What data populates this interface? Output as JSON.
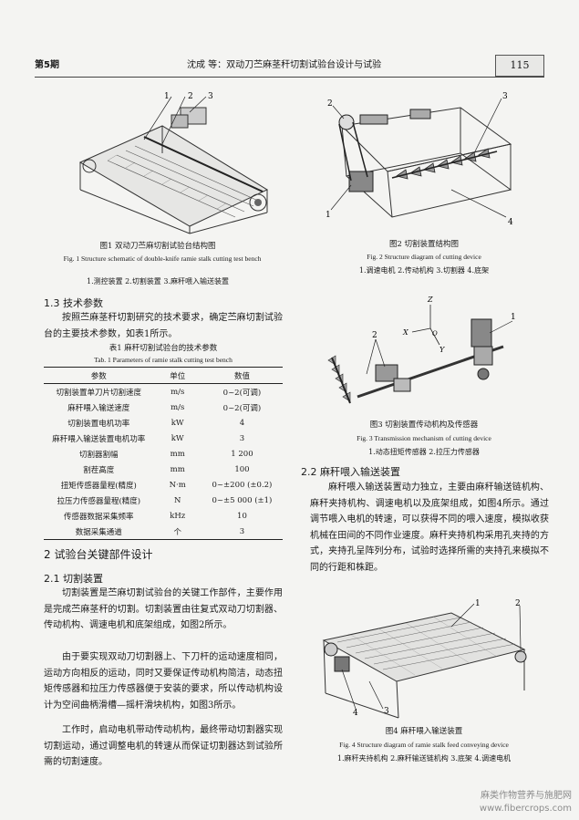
{
  "header": {
    "issue": "第5期",
    "title": "沈成 等：双动刀苎麻茎秆切割试验台设计与试验",
    "page": "115"
  },
  "fig1": {
    "labels": [
      "1",
      "2",
      "3"
    ],
    "caption_cn": "图1  双动刀苎麻切割试验台结构图",
    "caption_en": "Fig. 1    Structure schematic of double-knife ramie stalk cutting test bench",
    "legend": "1.测控装置  2.切割装置  3.麻秆喂入输送装置"
  },
  "fig2": {
    "labels": [
      "1",
      "2",
      "3",
      "4"
    ],
    "caption_cn": "图2  切割装置结构图",
    "caption_en": "Fig. 2    Structure diagram of cutting device",
    "legend": "1.调速电机  2.传动机构  3.切割器  4.底架"
  },
  "fig3": {
    "labels": [
      "1",
      "2",
      "Z",
      "X",
      "Y",
      "O"
    ],
    "caption_cn": "图3  切割装置传动机构及传感器",
    "caption_en": "Fig. 3    Transmission mechanism of cutting device",
    "legend": "1.动态扭矩传感器  2.拉压力传感器"
  },
  "fig4": {
    "labels": [
      "1",
      "2",
      "3",
      "4"
    ],
    "caption_cn": "图4  麻秆喂入输送装置",
    "caption_en": "Fig. 4    Structure diagram of ramie stalk feed conveying device",
    "legend": "1.麻秆夹持机构  2.麻秆输送链机构  3.底架  4.调速电机"
  },
  "sec13": {
    "heading": "1.3  技术参数",
    "para": "按照苎麻茎秆切割研究的技术要求，确定苎麻切割试验台的主要技术参数，如表1所示。"
  },
  "table1": {
    "caption_cn": "表1  麻秆切割试验台的技术参数",
    "caption_en": "Tab. 1    Parameters of ramie stalk cutting test bench",
    "headers": [
      "参数",
      "单位",
      "数值"
    ],
    "rows": [
      [
        "切割装置单刀片切割速度",
        "m/s",
        "0~2(可调)"
      ],
      [
        "麻秆喂入输送速度",
        "m/s",
        "0~2(可调)"
      ],
      [
        "切割装置电机功率",
        "kW",
        "4"
      ],
      [
        "麻秆喂入输送装置电机功率",
        "kW",
        "3"
      ],
      [
        "切割器割幅",
        "mm",
        "1 200"
      ],
      [
        "割茬高度",
        "mm",
        "100"
      ],
      [
        "扭矩传感器量程(精度)",
        "N·m",
        "0~±200 (±0.2)"
      ],
      [
        "拉压力传感器量程(精度)",
        "N",
        "0~±5 000 (±1)"
      ],
      [
        "传感器数据采集频率",
        "kHz",
        "10"
      ],
      [
        "数据采集通道",
        "个",
        "3"
      ]
    ]
  },
  "sec2": {
    "heading": "2  试验台关键部件设计"
  },
  "sec21": {
    "heading": "2.1  切割装置",
    "p1": "切割装置是苎麻切割试验台的关键工作部件，主要作用是完成苎麻茎秆的切割。切割装置由往复式双动刀切割器、传动机构、调速电机和底架组成，如图2所示。",
    "p2": "由于要实现双动刀切割器上、下刀杆的运动速度相同，运动方向相反的运动，同时又要保证传动机构简洁，动态扭矩传感器和拉压力传感器便于安装的要求，所以传动机构设计为空间曲柄滑槽—摇杆滑块机构，如图3所示。",
    "p3": "工作时，启动电机带动传动机构，最终带动切割器实现切割运动，通过调整电机的转速从而保证切割器达到试验所需的切割速度。"
  },
  "sec22": {
    "heading": "2.2  麻秆喂入输送装置",
    "para": "麻秆喂入输送装置动力独立，主要由麻秆输送链机构、麻秆夹持机构、调速电机以及底架组成，如图4所示。通过调节喂入电机的转速，可以获得不同的喂入速度，模拟收获机械在田间的不同作业速度。麻秆夹持机构采用孔夹持的方式，夹持孔呈阵列分布，试验时选择所需的夹持孔来模拟不同的行距和株距。"
  },
  "watermark": {
    "line1": "麻类作物营养与施肥网",
    "line2": "www.fibercrops.com"
  }
}
